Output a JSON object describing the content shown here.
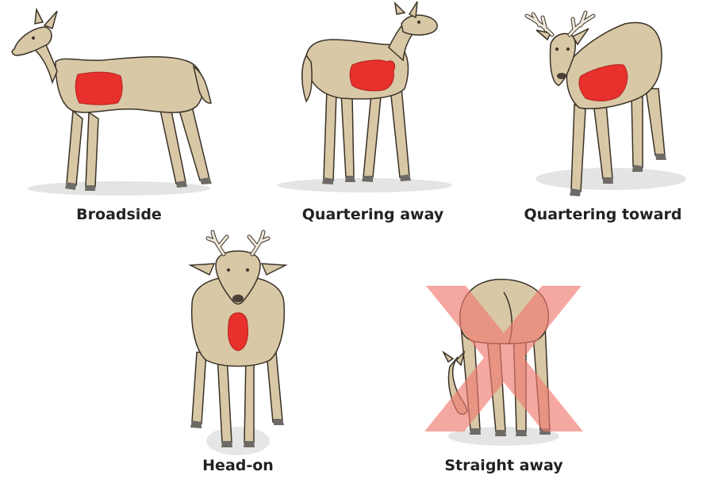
{
  "colors": {
    "deer_body": "#d8c8a6",
    "deer_outline": "#3a3228",
    "kill_zone": "#e8302c",
    "no_shot_x": "#f28f86",
    "shadow": "#e2e2e2",
    "hoof": "#6e6a66",
    "caption_text": "#222222"
  },
  "panels": [
    {
      "caption": "Broadside",
      "vital_zone": true
    },
    {
      "caption": "Quartering away",
      "vital_zone": true
    },
    {
      "caption": "Quartering toward",
      "vital_zone": true
    },
    {
      "caption": "Head-on",
      "vital_zone": true
    },
    {
      "caption": "Straight away",
      "vital_zone": false,
      "marked_no_shot": true
    }
  ]
}
